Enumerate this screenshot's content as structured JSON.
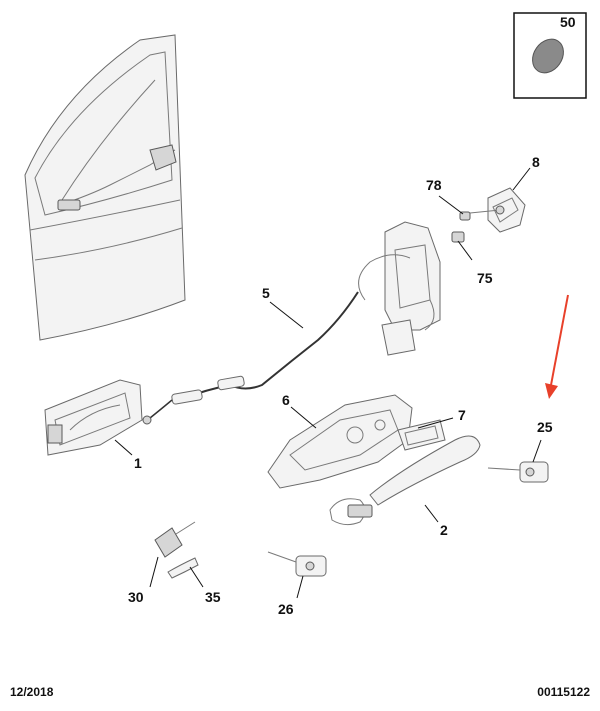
{
  "callouts": {
    "c1": "1",
    "c2": "2",
    "c5": "5",
    "c6": "6",
    "c7": "7",
    "c8": "8",
    "c25": "25",
    "c26": "26",
    "c30": "30",
    "c35": "35",
    "c50": "50",
    "c75": "75",
    "c78": "78"
  },
  "footer": {
    "date": "12/2018",
    "reference": "00115122"
  },
  "colors": {
    "arrow": "#e8402a",
    "plug": "#8a8a8a",
    "outline": "#6a6a6a"
  }
}
